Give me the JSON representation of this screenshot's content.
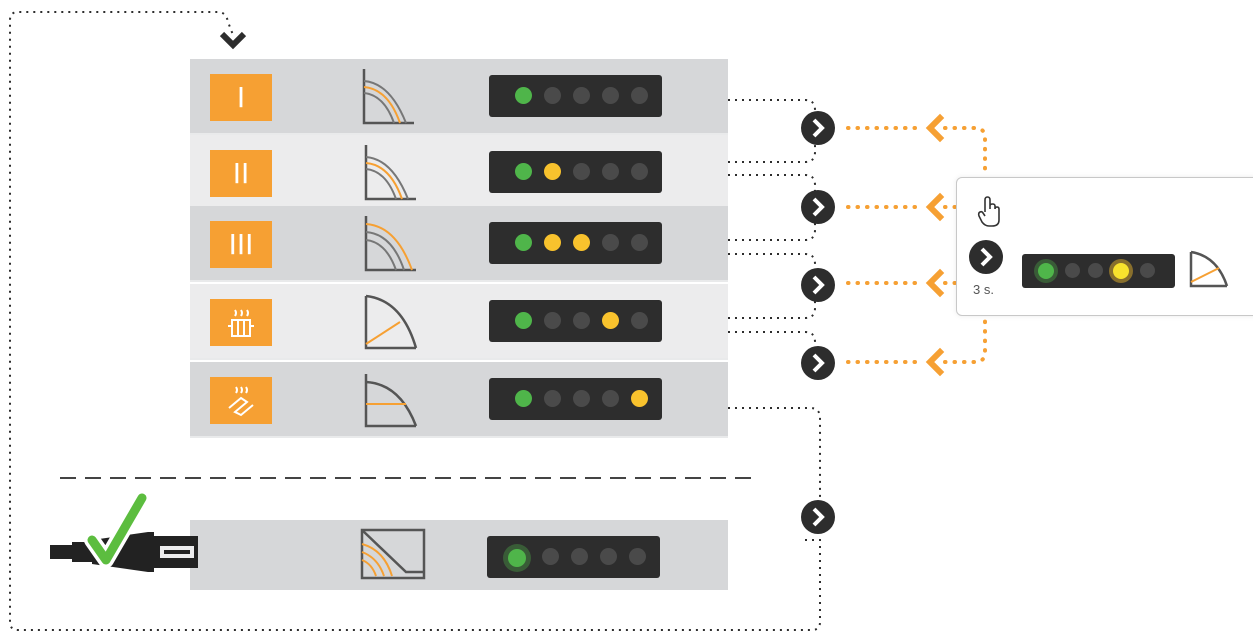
{
  "modes": [
    {
      "label": "I",
      "icon": "numeral-icon",
      "leds": [
        "green",
        "off",
        "off",
        "off",
        "off"
      ],
      "curve": "curve-icon"
    },
    {
      "label": "II",
      "icon": "numeral-icon",
      "leds": [
        "green",
        "yellow",
        "off",
        "off",
        "off"
      ],
      "curve": "curve-icon"
    },
    {
      "label": "III",
      "icon": "numeral-icon",
      "leds": [
        "green",
        "yellow",
        "yellow",
        "off",
        "off"
      ],
      "curve": "curve-icon"
    },
    {
      "label": "",
      "icon": "radiator-icon",
      "leds": [
        "green",
        "off",
        "off",
        "yellow",
        "off"
      ],
      "curve": "radiator-curve-icon"
    },
    {
      "label": "",
      "icon": "floor-heating-icon",
      "leds": [
        "green",
        "off",
        "off",
        "off",
        "yellow"
      ],
      "curve": "floor-curve-icon"
    }
  ],
  "popup": {
    "timer_label": "3 s.",
    "leds": [
      "green-glow",
      "off",
      "off",
      "yellow-glow",
      "off"
    ],
    "icons": [
      "hand-pointer-icon",
      "next-arrow-icon",
      "curve-icon"
    ]
  },
  "bottom": {
    "icons": [
      "plug-icon",
      "check-icon",
      "pipe-curve-icon"
    ],
    "leds": [
      "green-glow",
      "off",
      "off",
      "off",
      "off"
    ]
  },
  "colors": {
    "accent": "#f6a033",
    "panel": "#2d2d2d",
    "led_green": "#4fb54a",
    "led_yellow": "#f8c22d",
    "row_dark": "#d6d7d9",
    "row_light": "#ececed"
  }
}
